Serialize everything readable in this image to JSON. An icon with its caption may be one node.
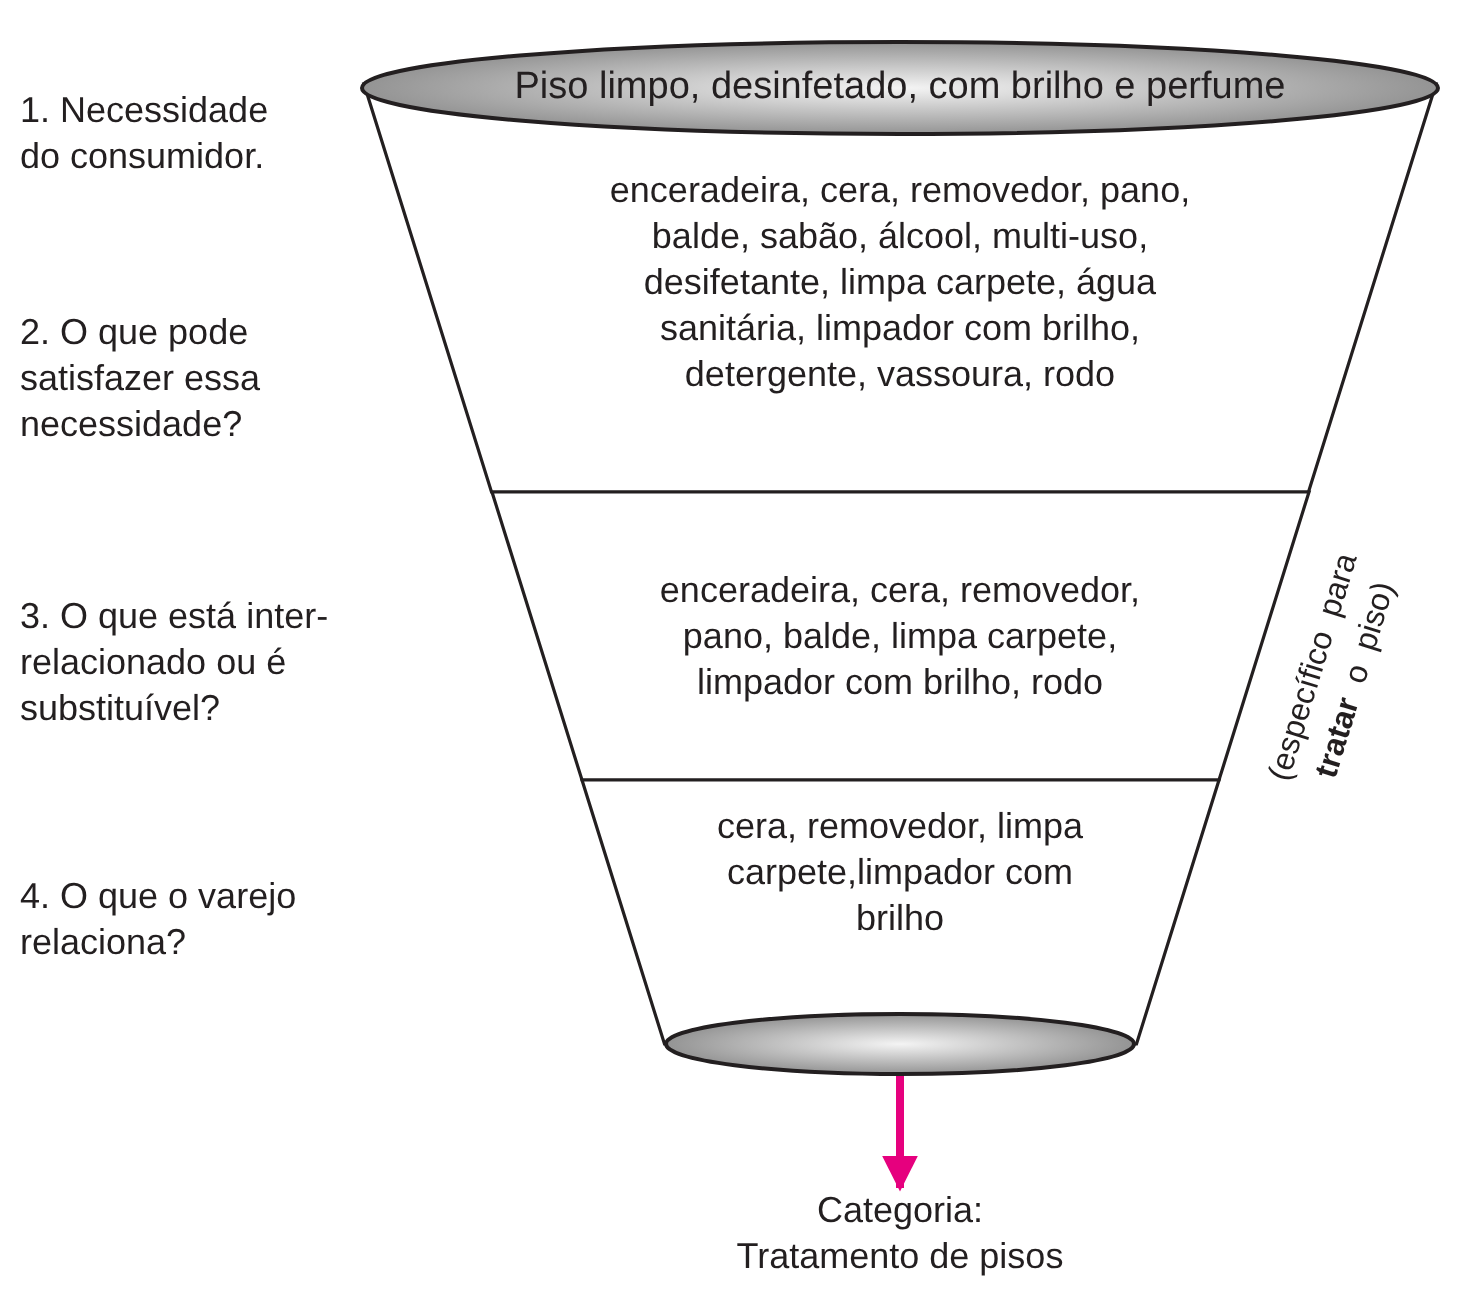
{
  "diagram": {
    "nodes": [
      {
        "text": [
          "Piso limpo, desinfetado, com brilho e perfume"
        ]
      },
      {
        "text": [
          "enceradeira, cera, removedor, pano, balde, sabão, álcool, multi-uso, desifetante, limpa carpete, água sanitária, limpador com brilho, detergente, vassoura, rodo"
        ]
      },
      {
        "text": [
          "enceradeira, cera, removedor, pano, balde, limpa carpete, limpador com brilho, rodo"
        ]
      },
      {
        "text": [
          "cera, removedor, limpa carpete,limpador com brilho"
        ]
      },
      {
        "text": [],
        "shape": "ellipse"
      },
      {
        "text": [
          "Categoria: Tratamento de pisos"
        ]
      }
    ],
    "edges": [
      {
        "from": 4,
        "to": 5,
        "arrow": "to",
        "color": "#e6007e"
      }
    ],
    "labels": [
      "1. Necessidade do consumidor.",
      "2. O que pode satisfazer essa necessidade?",
      "3. O que está inter-relacionado ou é substituível?",
      "4. O que o varejo relaciona?",
      "(específico para **tratar** o piso)"
    ]
  }
}
